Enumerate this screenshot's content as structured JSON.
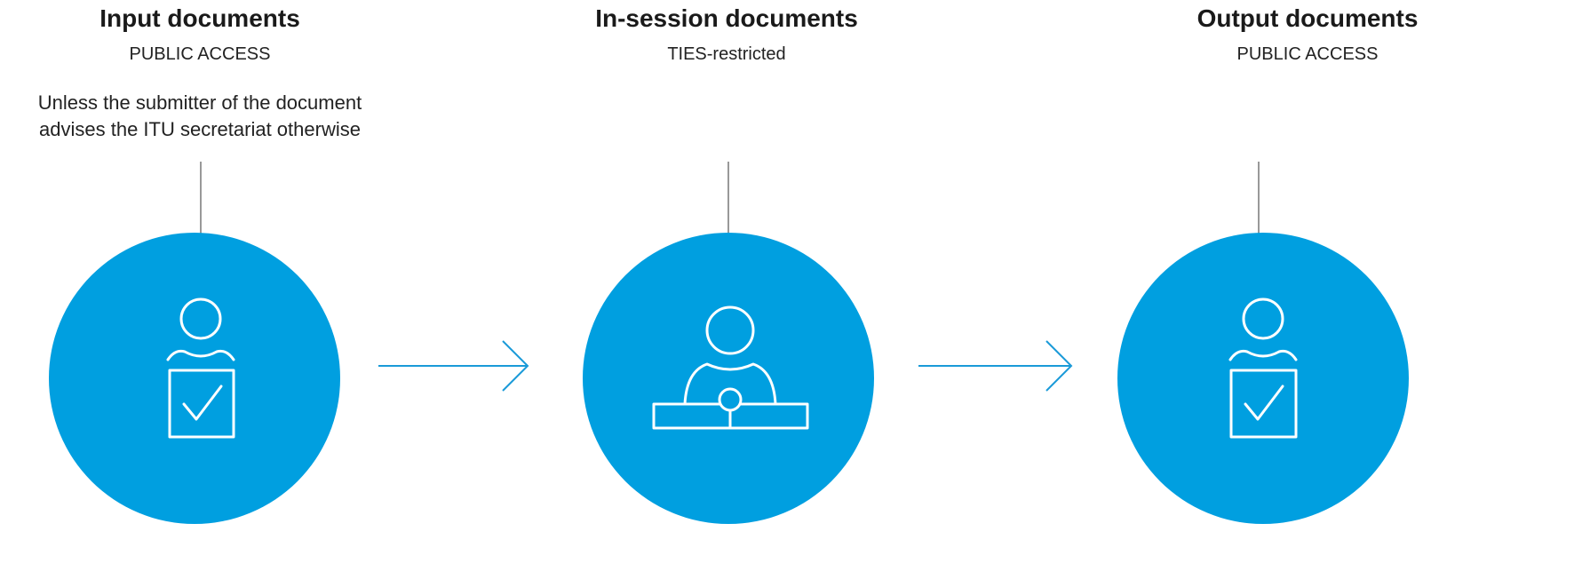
{
  "colors": {
    "circle": "#009fe0",
    "connector": "#999999",
    "arrow": "#1a9ad8",
    "icon": "#ffffff"
  },
  "stages": [
    {
      "title": "Input documents",
      "access": "PUBLIC ACCESS",
      "note_lines": [
        "Unless the submitter of the document",
        "advises the ITU secretariat otherwise"
      ],
      "icon": "person-with-checkbox-icon"
    },
    {
      "title": "In-session documents",
      "access": "TIES-restricted",
      "note_lines": [],
      "icon": "person-at-desk-with-microphone-icon"
    },
    {
      "title": "Output documents",
      "access": "PUBLIC ACCESS",
      "note_lines": [],
      "icon": "person-with-checkbox-icon"
    }
  ]
}
